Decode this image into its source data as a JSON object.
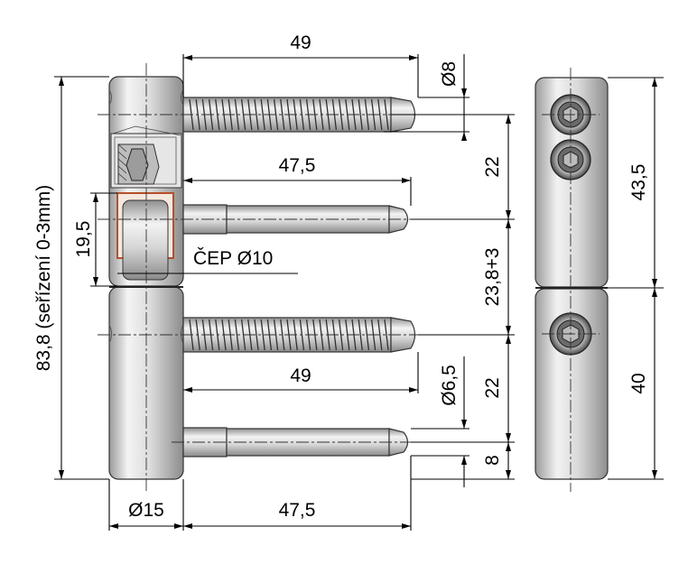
{
  "dimensions": {
    "screw_top_length": "49",
    "screw_top_diameter": "Ø8",
    "pin_upper_length": "47,5",
    "pin_spacing_upper": "22",
    "height_upper_part": "19,5",
    "pin_label": "ČEP Ø10",
    "adjust_height": "23,8+3",
    "total_height": "83,8 (seřízení 0-3mm)",
    "screw_bottom_length": "49",
    "screw_bottom_diameter": "Ø6,5",
    "pin_spacing_lower": "22",
    "pin_lower_offset": "8",
    "barrel_diameter": "Ø15",
    "pin_lower_length": "47,5",
    "side_upper_height": "43,5",
    "side_lower_height": "40"
  },
  "colors": {
    "metal_light": "#f2f2f2",
    "metal_mid": "#c9c9c9",
    "metal_dark": "#8a8a8a",
    "section_red": "#b5502a",
    "line": "#000000"
  },
  "icons": {
    "hex_socket": "hex-socket-icon"
  }
}
